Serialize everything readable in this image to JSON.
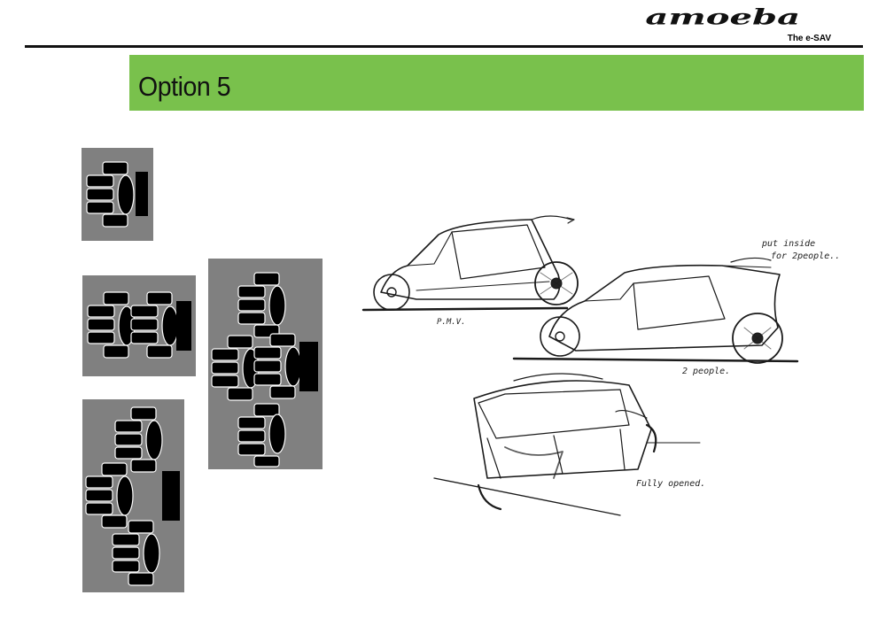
{
  "logo": {
    "wordmark": "amoeba",
    "tagline": "The e-SAV"
  },
  "slide": {
    "title": "Option 5"
  },
  "sketch_notes": {
    "pmv": "P.M.V.",
    "put_inside_line1": "put inside",
    "put_inside_line2": "for 2people..",
    "two_people": "2 people.",
    "fully_opened": "Fully opened."
  },
  "colors": {
    "accent_green": "#79c14c",
    "panel_gray": "#808080",
    "rule": "#111111"
  }
}
